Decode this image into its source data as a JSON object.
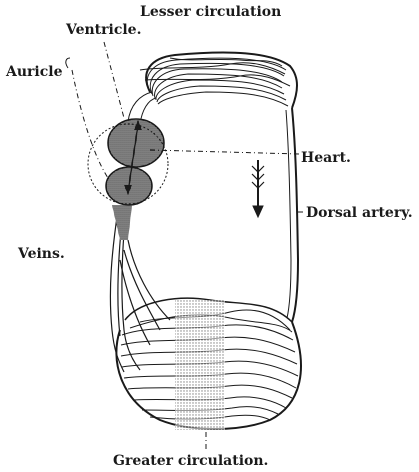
{
  "labels": {
    "lesser_circulation": "Lesser circulation",
    "ventricle": "Ventricle.",
    "auricle": "Auricle",
    "heart": "Heart.",
    "dorsal_artery": "Dorsal artery.",
    "veins": "Veins.",
    "greater_circulation": "Greater circulation."
  },
  "colors": {
    "ink": "#1a1a1a",
    "background": "#ffffff"
  }
}
